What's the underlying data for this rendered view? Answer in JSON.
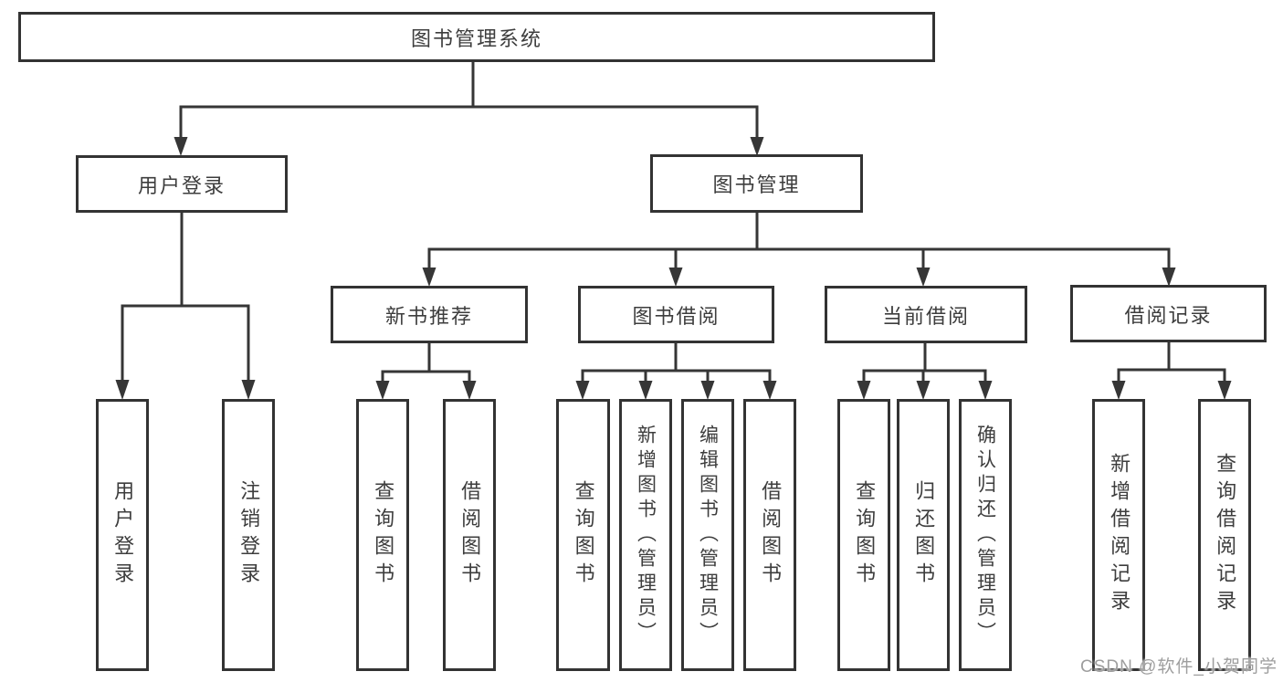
{
  "diagram": {
    "type": "functional-decomposition-tree",
    "title": "图书管理系统",
    "watermark": "CSDN @软件_小贺同学",
    "colors": {
      "line": "#363636",
      "box_border": "#333333",
      "text": "#3d3d3d",
      "watermark": "#9e9e9e",
      "background": "#ffffff"
    },
    "tree": {
      "root": {
        "label": "图书管理系统"
      },
      "branches": [
        {
          "label": "用户登录",
          "children": [
            "用户登录",
            "注销登录"
          ]
        },
        {
          "label": "图书管理",
          "children": [
            {
              "label": "新书推荐",
              "children": [
                "查询图书",
                "借阅图书"
              ]
            },
            {
              "label": "图书借阅",
              "children": [
                "查询图书",
                "新增图书（管理员）",
                "编辑图书（管理员）",
                "借阅图书"
              ]
            },
            {
              "label": "当前借阅",
              "children": [
                "查询图书",
                "归还图书",
                "确认归还（管理员）"
              ]
            },
            {
              "label": "借阅记录",
              "children": [
                "新增借阅记录",
                "查询借阅记录"
              ]
            }
          ]
        }
      ]
    }
  }
}
